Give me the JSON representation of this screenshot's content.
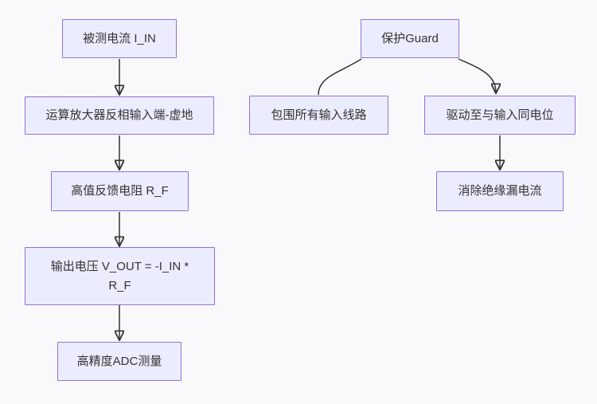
{
  "diagram": {
    "type": "flowchart",
    "direction": "top-down",
    "colors": {
      "background": "#f9f9fb",
      "node_fill": "#ECECFF",
      "node_border": "#9370DB",
      "edge": "#333333",
      "text": "#333333"
    },
    "nodes": [
      {
        "id": "measured-current",
        "label": "被测电流 I_IN"
      },
      {
        "id": "virtual-ground",
        "label": "运算放大器反相输入端-虚地"
      },
      {
        "id": "feedback-resistor",
        "label": "高值反馈电阻 R_F"
      },
      {
        "id": "output-voltage",
        "label": "输出电压 V_OUT = -I_IN * R_F"
      },
      {
        "id": "adc-measurement",
        "label": "高精度ADC测量"
      },
      {
        "id": "guard",
        "label": "保护Guard"
      },
      {
        "id": "surround-inputs",
        "label": "包围所有输入线路"
      },
      {
        "id": "drive-potential",
        "label": "驱动至与输入同电位"
      },
      {
        "id": "eliminate-leakage",
        "label": "消除绝缘漏电流"
      }
    ],
    "edges": [
      {
        "from": "measured-current",
        "to": "virtual-ground"
      },
      {
        "from": "virtual-ground",
        "to": "feedback-resistor"
      },
      {
        "from": "feedback-resistor",
        "to": "output-voltage"
      },
      {
        "from": "output-voltage",
        "to": "adc-measurement"
      },
      {
        "from": "guard",
        "to": "surround-inputs"
      },
      {
        "from": "guard",
        "to": "drive-potential"
      },
      {
        "from": "drive-potential",
        "to": "eliminate-leakage"
      }
    ]
  }
}
